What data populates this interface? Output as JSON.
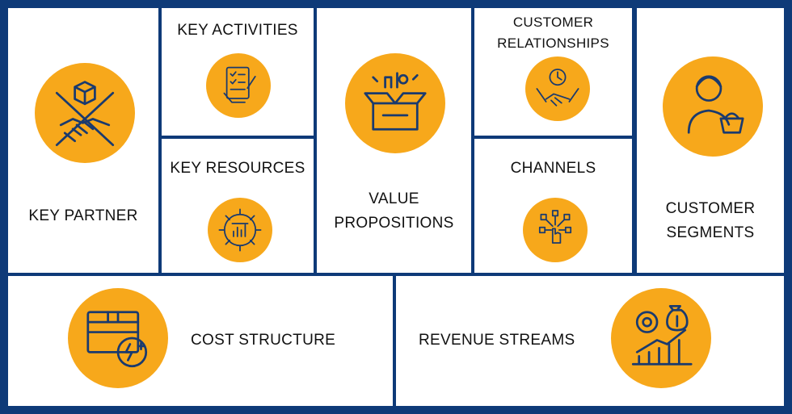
{
  "blocks": {
    "key_partner": {
      "label": "KEY PARTNER",
      "icon": "handshake-box-icon"
    },
    "key_activities": {
      "label": "KEY ACTIVITIES",
      "icon": "checklist-icon"
    },
    "key_resources": {
      "label": "KEY RESOURCES",
      "icon": "gear-resources-icon"
    },
    "value_propositions": {
      "label": "VALUE\nPROPOSITIONS",
      "icon": "open-box-icon"
    },
    "customer_relationships": {
      "label": "CUSTOMER\nRELATIONSHIPS",
      "icon": "handshake-clock-icon"
    },
    "channels": {
      "label": "CHANNELS",
      "icon": "network-touch-icon"
    },
    "customer_segments": {
      "label": "CUSTOMER\nSEGMENTS",
      "icon": "shopper-icon"
    },
    "cost_structure": {
      "label": "COST STRUCTURE",
      "icon": "cost-bills-icon"
    },
    "revenue_streams": {
      "label": "REVENUE STREAMS",
      "icon": "revenue-growth-icon"
    }
  },
  "colors": {
    "frame": "#0e3a78",
    "accent": "#f7a81b",
    "icon_ink": "#1a3a6e",
    "panel": "#ffffff"
  }
}
